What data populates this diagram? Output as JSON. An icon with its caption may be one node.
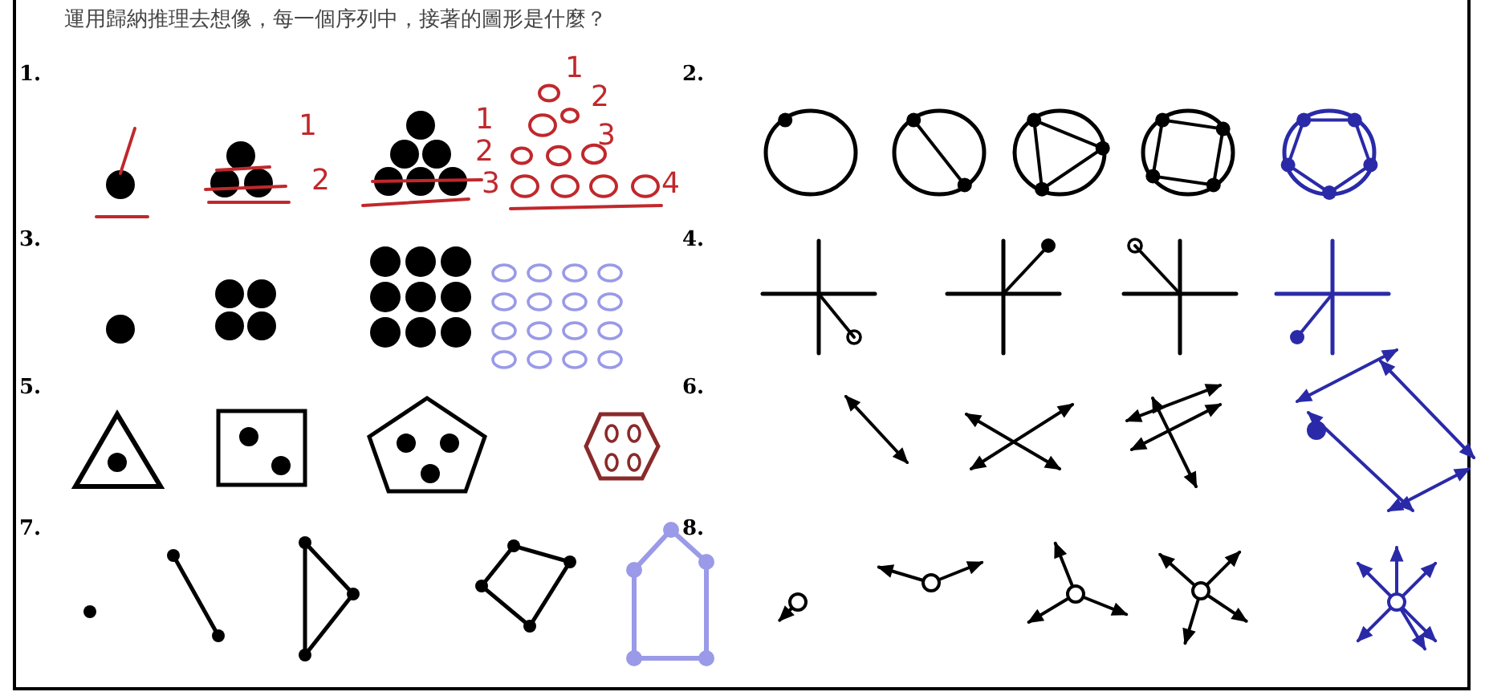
{
  "diagram": {
    "title": "運用歸納推理去想像，每一個序列中，接著的圖形是什麼？",
    "labels": [
      "1.",
      "1",
      "2",
      "1",
      "2",
      "3",
      "1",
      "2",
      "3",
      "4",
      "2.",
      "3.",
      "4.",
      "5.",
      "6.",
      "7.",
      "8."
    ]
  }
}
